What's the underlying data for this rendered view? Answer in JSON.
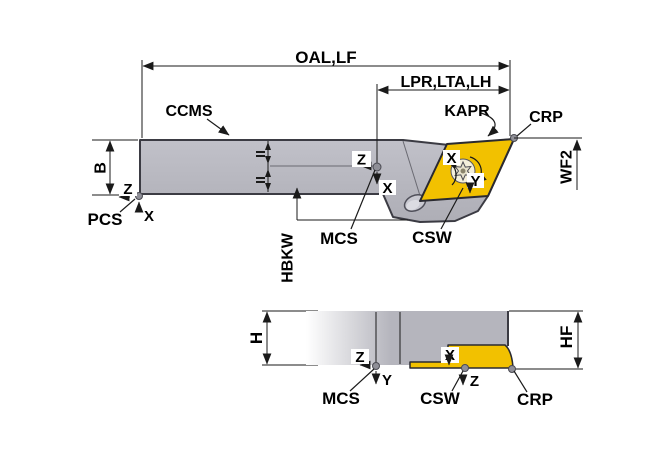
{
  "title": "Turning tool holder dimension diagram (side view and top view)",
  "colors": {
    "body_gray": "#b5b5bd",
    "insert_yellow": "#f2c100",
    "outline": "#3b3b43",
    "line": "#1a1a1a",
    "hole_gray": "#c9c9d1",
    "screw_face": "#f4efdb"
  },
  "labels": {
    "oal": "OAL,LF",
    "lpr": "LPR,LTA,LH",
    "ccms": "CCMS",
    "kapr": "KAPR",
    "crp": "CRP",
    "wf2": "WF2",
    "b": "B",
    "pcs": "PCS",
    "mcs": "MCS",
    "csw": "CSW",
    "hbkw": "HBKW",
    "h": "H",
    "hf": "HF",
    "axis_x": "X",
    "axis_y": "Y",
    "axis_z": "Z"
  }
}
